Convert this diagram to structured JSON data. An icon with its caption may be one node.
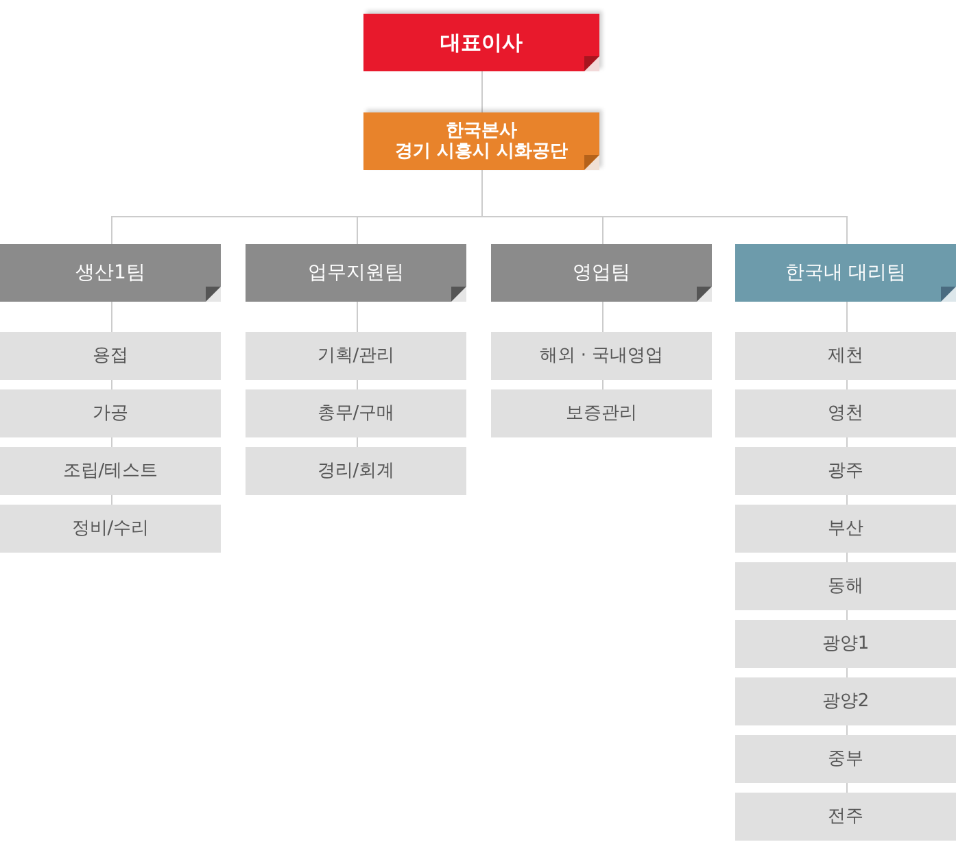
{
  "diagram": {
    "nodes": [
      {
        "text": [
          "대표이사"
        ]
      },
      {
        "text": [
          "한국본사",
          "경기 시흥시 시화공단"
        ]
      },
      {
        "text": [
          "생산1팀"
        ]
      },
      {
        "text": [
          "업무지원팀"
        ]
      },
      {
        "text": [
          "영업팀"
        ]
      },
      {
        "text": [
          "한국내 대리팀"
        ]
      },
      {
        "text": [
          "용접"
        ]
      },
      {
        "text": [
          "가공"
        ]
      },
      {
        "text": [
          "조립/테스트"
        ]
      },
      {
        "text": [
          "정비/수리"
        ]
      },
      {
        "text": [
          "기획/관리"
        ]
      },
      {
        "text": [
          "총무/구매"
        ]
      },
      {
        "text": [
          "경리/회계"
        ]
      },
      {
        "text": [
          "해외 · 국내영업"
        ]
      },
      {
        "text": [
          "보증관리"
        ]
      },
      {
        "text": [
          "제천"
        ]
      },
      {
        "text": [
          "영천"
        ]
      },
      {
        "text": [
          "광주"
        ]
      },
      {
        "text": [
          "부산"
        ]
      },
      {
        "text": [
          "동해"
        ]
      },
      {
        "text": [
          "광양1"
        ]
      },
      {
        "text": [
          "광양2"
        ]
      },
      {
        "text": [
          "중부"
        ]
      },
      {
        "text": [
          "전주"
        ]
      }
    ],
    "edges": [
      {
        "from": 0,
        "to": 1,
        "arrow": "none"
      },
      {
        "from": 1,
        "to": 2,
        "arrow": "none"
      },
      {
        "from": 1,
        "to": 3,
        "arrow": "none"
      },
      {
        "from": 1,
        "to": 4,
        "arrow": "none"
      },
      {
        "from": 1,
        "to": 5,
        "arrow": "none"
      },
      {
        "from": 2,
        "to": 6,
        "arrow": "none"
      },
      {
        "from": 6,
        "to": 7,
        "arrow": "none"
      },
      {
        "from": 7,
        "to": 8,
        "arrow": "none"
      },
      {
        "from": 8,
        "to": 9,
        "arrow": "none"
      },
      {
        "from": 3,
        "to": 10,
        "arrow": "none"
      },
      {
        "from": 10,
        "to": 11,
        "arrow": "none"
      },
      {
        "from": 11,
        "to": 12,
        "arrow": "none"
      },
      {
        "from": 4,
        "to": 13,
        "arrow": "none"
      },
      {
        "from": 13,
        "to": 14,
        "arrow": "none"
      },
      {
        "from": 5,
        "to": 15,
        "arrow": "none"
      },
      {
        "from": 15,
        "to": 16,
        "arrow": "none"
      },
      {
        "from": 16,
        "to": 17,
        "arrow": "none"
      },
      {
        "from": 17,
        "to": 18,
        "arrow": "none"
      },
      {
        "from": 18,
        "to": 19,
        "arrow": "none"
      },
      {
        "from": 19,
        "to": 20,
        "arrow": "none"
      },
      {
        "from": 20,
        "to": 21,
        "arrow": "none"
      },
      {
        "from": 21,
        "to": 22,
        "arrow": "none"
      },
      {
        "from": 22,
        "to": 23,
        "arrow": "none"
      }
    ]
  }
}
